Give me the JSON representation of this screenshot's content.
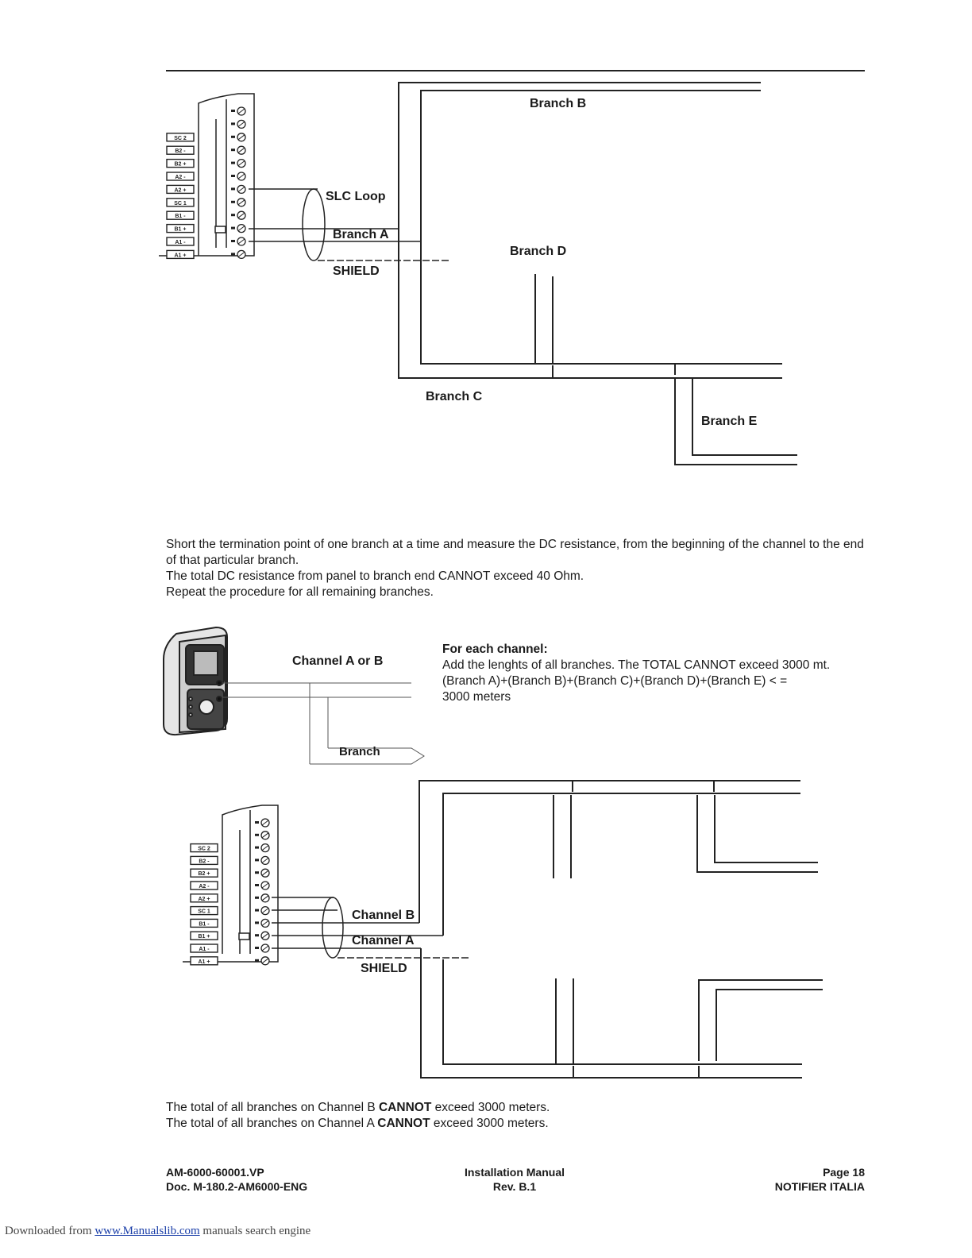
{
  "diagram1": {
    "labels": {
      "branch_b": "Branch B",
      "slc_loop": "SLC Loop",
      "branch_a": "Branch A",
      "branch_d": "Branch D",
      "shield": "SHIELD",
      "branch_c": "Branch C",
      "branch_e": "Branch E"
    }
  },
  "paragraph1": {
    "lines": [
      "Short the termination point of one branch at a time and measure the DC resistance, from the beginning of the channel to the end of that particular branch.",
      "The total DC resistance from panel to branch end CANNOT exceed 40 Ohm.",
      "Repeat the procedure for all remaining branches."
    ]
  },
  "diagram2": {
    "channel_label": "Channel A or B",
    "branch_label": "Branch",
    "note_title": "For each channel:",
    "note_lines": [
      "Add the lenghts of all branches. The TOTAL CANNOT exceed 3000 mt.",
      "(Branch A)+(Branch B)+(Branch C)+(Branch D)+(Branch E) < =",
      "3000 meters"
    ]
  },
  "diagram3": {
    "labels": {
      "channel_b": "Channel B",
      "channel_a": "Channel A",
      "shield": "SHIELD"
    }
  },
  "paragraph2": {
    "line1": {
      "before": "The total of all branches on Channel B ",
      "bold": "CANNOT",
      "after": " exceed 3000 meters."
    },
    "line2": {
      "before": "The total of all branches on Channel A ",
      "bold": "CANNOT",
      "after": " exceed 3000 meters."
    }
  },
  "terminal_labels": [
    "SC 2",
    "B2 -",
    "B2 +",
    "A2 -",
    "A2 +",
    "SC 1",
    "B1 -",
    "B1 +",
    "A1 -",
    "A1 +"
  ],
  "footer": {
    "left_line1": "AM-6000-60001.VP",
    "left_line2": "Doc. M-180.2-AM6000-ENG",
    "center_line1": "Installation Manual",
    "center_line2": "Rev. B.1",
    "right_line1": "Page 18",
    "right_line2": "NOTIFIER ITALIA"
  },
  "download": {
    "prefix": "Downloaded from ",
    "link": "www.Manualslib.com",
    "suffix": " manuals search engine"
  }
}
